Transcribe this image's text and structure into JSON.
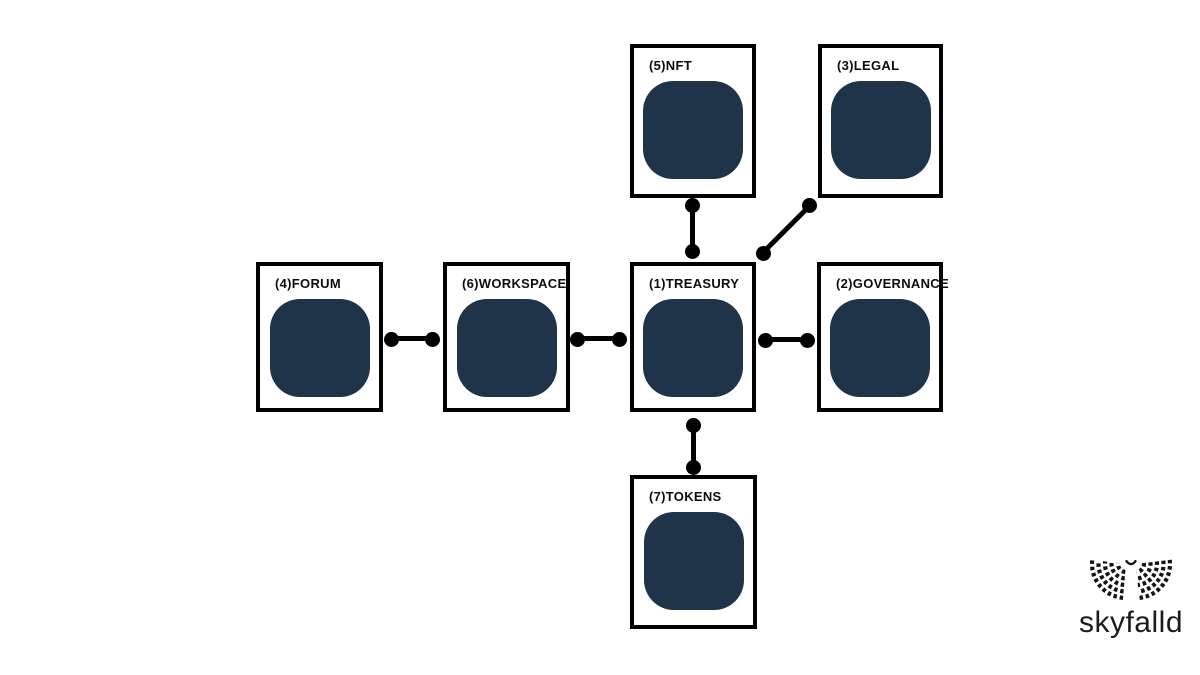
{
  "diagram": {
    "nodes": [
      {
        "id": "treasury",
        "label": "(1)TREASURY"
      },
      {
        "id": "governance",
        "label": "(2)GOVERNANCE"
      },
      {
        "id": "legal",
        "label": "(3)LEGAL"
      },
      {
        "id": "forum",
        "label": "(4)FORUM"
      },
      {
        "id": "nft",
        "label": "(5)NFT"
      },
      {
        "id": "workspace",
        "label": "(6)WORKSPACE"
      },
      {
        "id": "tokens",
        "label": "(7)TOKENS"
      }
    ],
    "edges": [
      {
        "from": "(4)FORUM",
        "to": "(6)WORKSPACE"
      },
      {
        "from": "(6)WORKSPACE",
        "to": "(1)TREASURY"
      },
      {
        "from": "(1)TREASURY",
        "to": "(2)GOVERNANCE"
      },
      {
        "from": "(5)NFT",
        "to": "(1)TREASURY"
      },
      {
        "from": "(1)TREASURY",
        "to": "(7)TOKENS"
      },
      {
        "from": "(1)TREASURY",
        "to": "(3)LEGAL"
      }
    ],
    "colors": {
      "node_fill": "#1f3349",
      "stroke": "#000000",
      "background": "#ffffff"
    }
  },
  "branding": {
    "wordmark": "skyfalld",
    "icon": "winged-crest-icon"
  }
}
